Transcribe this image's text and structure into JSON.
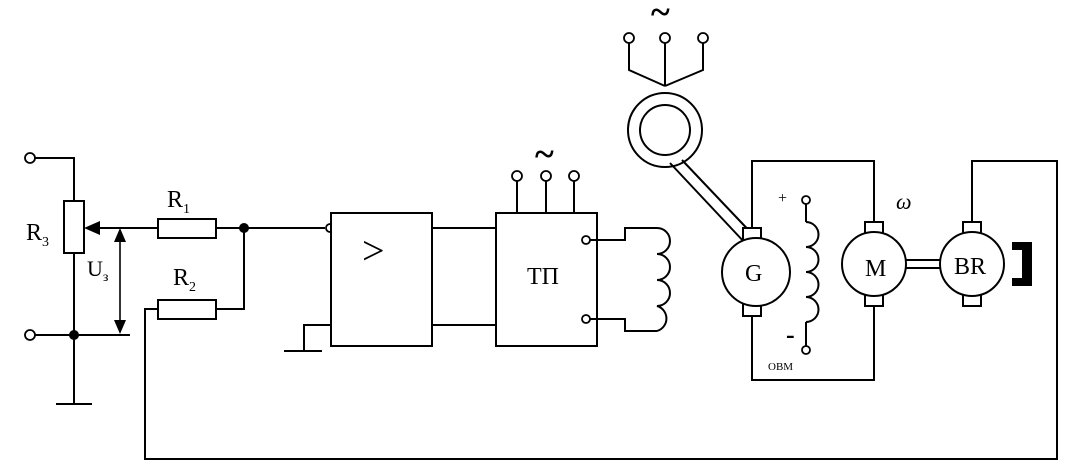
{
  "diagram": {
    "labels": {
      "r3": "R",
      "r3_sub": "3",
      "r1": "R",
      "r1_sub": "1",
      "r2": "R",
      "r2_sub": "2",
      "u3": "U",
      "u3_sub": "з",
      "amplifier": ">",
      "thyristor_converter": "ТП",
      "generator": "G",
      "motor": "M",
      "tachogenerator": "BR",
      "field_winding": "ОВМ",
      "speed": "ω",
      "plus": "+",
      "minus": "-",
      "ac_top": "~",
      "ac_converter": "~"
    }
  }
}
